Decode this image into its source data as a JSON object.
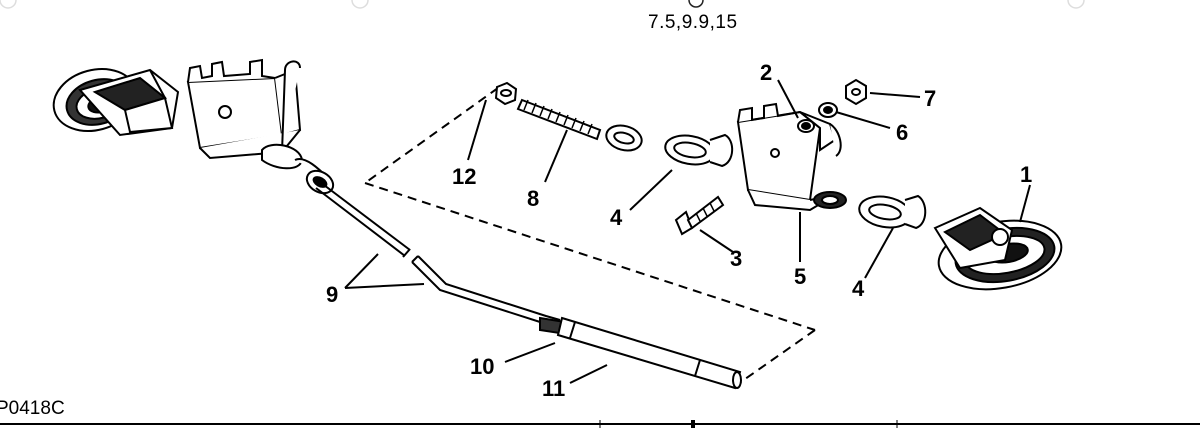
{
  "figure": {
    "model_text": "7.5,9.9,15",
    "figure_code": "P0418C"
  },
  "callouts": [
    {
      "id": "c1",
      "text": "1"
    },
    {
      "id": "c2",
      "text": "2"
    },
    {
      "id": "c3",
      "text": "3"
    },
    {
      "id": "c4a",
      "text": "4"
    },
    {
      "id": "c4b",
      "text": "4"
    },
    {
      "id": "c5",
      "text": "5"
    },
    {
      "id": "c6",
      "text": "6"
    },
    {
      "id": "c7",
      "text": "7"
    },
    {
      "id": "c8",
      "text": "8"
    },
    {
      "id": "c9",
      "text": "9"
    },
    {
      "id": "c10",
      "text": "10"
    },
    {
      "id": "c11",
      "text": "11"
    },
    {
      "id": "c12",
      "text": "12"
    }
  ]
}
